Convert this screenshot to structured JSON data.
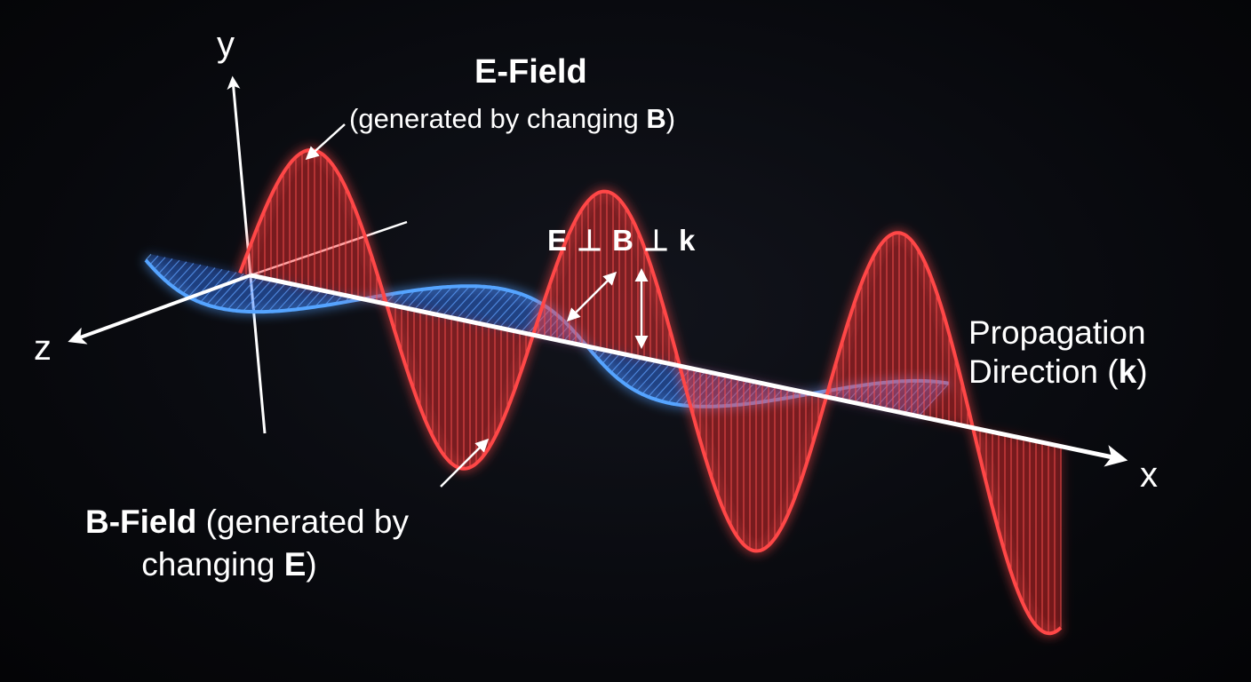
{
  "axes": {
    "y": "y",
    "z": "z",
    "x": "x"
  },
  "e_field": {
    "title": "E-Field",
    "subtitle_pre": "(generated by changing ",
    "subtitle_sym": "B",
    "subtitle_post": ")"
  },
  "b_field": {
    "title": "B-Field",
    "line1_rest": " (generated by",
    "line2_pre": "changing ",
    "line2_sym": "E",
    "line2_post": ")"
  },
  "relation": "E ⊥ B ⊥ k",
  "propagation": {
    "line1": "Propagation",
    "line2_pre": "Direction (",
    "line2_sym": "k",
    "line2_post": ")"
  },
  "colors": {
    "background": "#07080c",
    "e_wave": "#ff3b3b",
    "b_wave": "#3f8fff",
    "axis": "#ffffff"
  }
}
